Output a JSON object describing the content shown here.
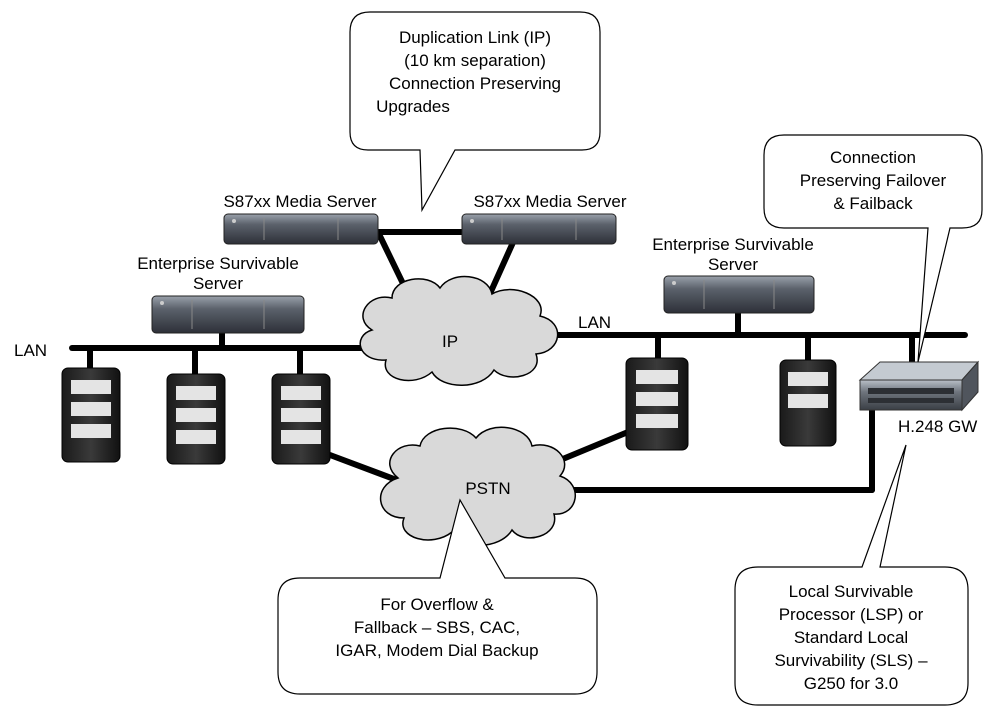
{
  "callouts": {
    "duplication": [
      "Duplication Link (IP)",
      "(10 km separation)",
      "Connection Preserving",
      "Upgrades"
    ],
    "failover": [
      "Connection",
      "Preserving Failover",
      "& Failback"
    ],
    "overflow": [
      "For Overflow &",
      "Fallback – SBS, CAC,",
      "IGAR, Modem Dial Backup"
    ],
    "lsp": [
      "Local Survivable",
      "Processor (LSP) or",
      "Standard Local",
      "Survivability (SLS) –",
      "G250 for 3.0"
    ]
  },
  "labels": {
    "media_server_left": "S87xx Media Server",
    "media_server_right": "S87xx Media Server",
    "ess_left": [
      "Enterprise Survivable",
      "Server"
    ],
    "ess_right": [
      "Enterprise Survivable",
      "Server"
    ],
    "lan_left": "LAN",
    "lan_right": "LAN",
    "ip_cloud": "IP",
    "pstn_cloud": "PSTN",
    "gateway": "H.248 GW"
  },
  "colors": {
    "line": "#000000",
    "cloud_fill": "#d9d9d9",
    "server_fill": "#4a4f59",
    "server_highlight": "#8c939e",
    "callout_fill": "#ffffff"
  }
}
